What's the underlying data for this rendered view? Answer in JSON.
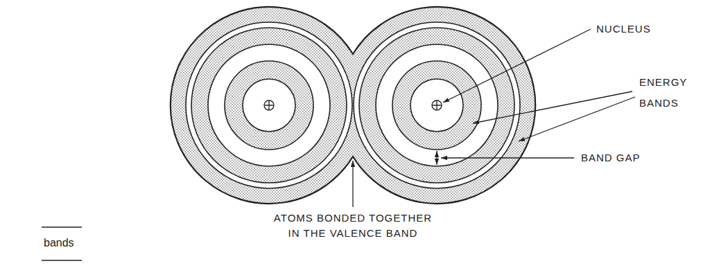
{
  "diagram": {
    "labels": [
      "NUCLEUS",
      "ENERGY BANDS",
      "BAND GAP",
      "ATOMS BONDED TOGETHER IN THE VALENCE BAND",
      "bands"
    ]
  }
}
